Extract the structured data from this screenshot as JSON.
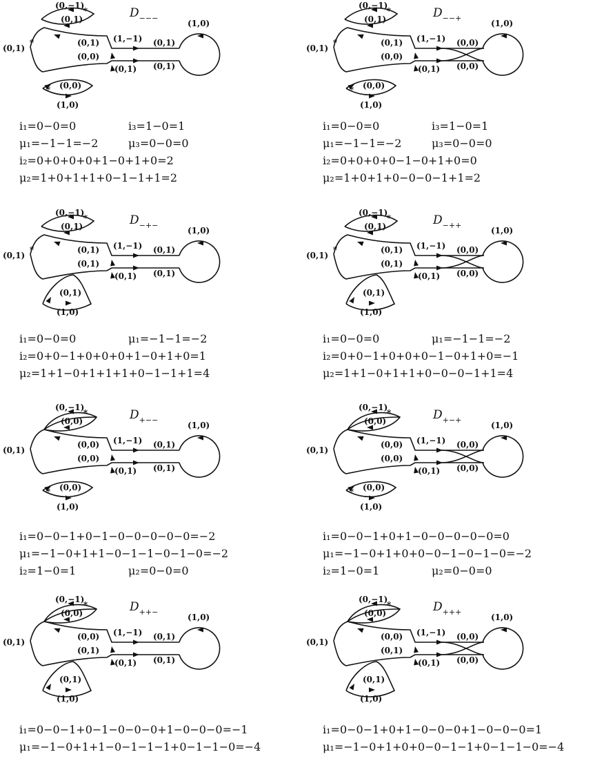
{
  "colors": {
    "ink": "#111111",
    "background": "#ffffff"
  },
  "panels": [
    {
      "title": "D",
      "signs": "−−−",
      "labels": {
        "top_outer": "(0,−1)",
        "top_inner": "(0,1)",
        "left": "(0,1)",
        "mid_upper": "(0,1)",
        "mid_lower": "(0,0)",
        "right_upper": "(1,−1)",
        "right_lower": "(0,1)",
        "neck_upper": "(0,1)",
        "neck_lower": "(0,1)",
        "circle": "(1,0)",
        "bottom_inner": "(0,0)",
        "bottom_outer": "(1,0)"
      },
      "equations": [
        "i₁=0−0=0",
        "i₃=1−0=1",
        "μ₁=−1−1=−2",
        "μ₃=0−0=0",
        "i₂=0+0+0+0+1−0+1+0=2",
        "μ₂=1+0+1+1+0−1−1+1=2"
      ]
    },
    {
      "title": "D",
      "signs": "−−+",
      "labels": {
        "top_outer": "(0,−1)",
        "top_inner": "(0,1)",
        "left": "(0,1)",
        "mid_upper": "(0,1)",
        "mid_lower": "(0,0)",
        "right_upper": "(1,−1)",
        "right_lower": "(0,1)",
        "neck_upper": "(0,0)",
        "neck_lower": "(0,0)",
        "circle": "(1,0)",
        "bottom_inner": "(0,0)",
        "bottom_outer": "(1,0)"
      },
      "equations": [
        "i₁=0−0=0",
        "i₃=1−0=1",
        "μ₁=−1−1=−2",
        "μ₃=0−0=0",
        "i₂=0+0+0+0−1−0+1+0=0",
        "μ₂=1+0+1+0−0−0−1+1=2"
      ]
    },
    {
      "title": "D",
      "signs": "−+−",
      "labels": {
        "top_outer": "(0,−1)",
        "top_inner": "(0,1)",
        "left": "(0,1)",
        "mid_upper": "(0,1)",
        "mid_lower": "(0,1)",
        "right_upper": "(1,−1)",
        "right_lower": "(0,1)",
        "neck_upper": "(0,1)",
        "neck_lower": "(0,1)",
        "circle": "(1,0)",
        "bottom_inner": "(0,1)",
        "bottom_outer": "(1,0)"
      },
      "equations": [
        "i₁=0−0=0",
        "μ₁=−1−1=−2",
        "i₂=0+0−1+0+0+0+1−0+1+0=1",
        "μ₂=1+1−0+1+1+1+0−1−1+1=4"
      ]
    },
    {
      "title": "D",
      "signs": "−++",
      "labels": {
        "top_outer": "(0,−1)",
        "top_inner": "(0,1)",
        "left": "(0,1)",
        "mid_upper": "(0,1)",
        "mid_lower": "(0,1)",
        "right_upper": "(1,−1)",
        "right_lower": "(0,1)",
        "neck_upper": "(0,0)",
        "neck_lower": "(0,0)",
        "circle": "(1,0)",
        "bottom_inner": "(0,1)",
        "bottom_outer": "(1,0)"
      },
      "equations": [
        "i₁=0−0=0",
        "μ₁=−1−1=−2",
        "i₂=0+0−1+0+0+0−1−0+1+0=−1",
        "μ₂=1+1−0+1+1+0−0−0−1+1=4"
      ]
    },
    {
      "title": "D",
      "signs": "+−−",
      "labels": {
        "top_outer": "(0,−1)",
        "top_inner": "(0,0)",
        "left": "(0,1)",
        "mid_upper": "(0,0)",
        "mid_lower": "(0,0)",
        "right_upper": "(1,−1)",
        "right_lower": "(0,1)",
        "neck_upper": "(0,1)",
        "neck_lower": "(0,1)",
        "circle": "(1,0)",
        "bottom_inner": "(0,0)",
        "bottom_outer": "(1,0)"
      },
      "equations": [
        "i₁=0−0−1+0−1−0−0−0−0−0=−2",
        "μ₁=−1−0+1+1−0−1−1−0−1−0=−2",
        "i₂=1−0=1",
        "μ₂=0−0=0"
      ]
    },
    {
      "title": "D",
      "signs": "+−+",
      "labels": {
        "top_outer": "(0,−1)",
        "top_inner": "(0,0)",
        "left": "(0,1)",
        "mid_upper": "(0,0)",
        "mid_lower": "(0,0)",
        "right_upper": "(1,−1)",
        "right_lower": "(0,1)",
        "neck_upper": "(0,0)",
        "neck_lower": "(0,0)",
        "circle": "(1,0)",
        "bottom_inner": "(0,0)",
        "bottom_outer": "(1,0)"
      },
      "equations": [
        "i₁=0−0−1+0+1−0−0−0−0−0=0",
        "μ₁=−1−0+1+0+0−0−1−0−1−0=−2",
        "i₂=1−0=1",
        "μ₂=0−0=0"
      ]
    },
    {
      "title": "D",
      "signs": "++−",
      "labels": {
        "top_outer": "(0,−1)",
        "top_inner": "(0,0)",
        "left": "(0,1)",
        "mid_upper": "(0,0)",
        "mid_lower": "(0,1)",
        "right_upper": "(1,−1)",
        "right_lower": "(0,1)",
        "neck_upper": "(0,1)",
        "neck_lower": "(0,1)",
        "circle": "(1,0)",
        "bottom_inner": "(0,1)",
        "bottom_outer": "(1,0)"
      },
      "equations": [
        "i₁=0−0−1+0−1−0−0−0+1−0−0−0=−1",
        "μ₁=−1−0+1+1−0−1−1−1+0−1−1−0=−4"
      ]
    },
    {
      "title": "D",
      "signs": "+++",
      "labels": {
        "top_outer": "(0,−1)",
        "top_inner": "(0,0)",
        "left": "(0,1)",
        "mid_upper": "(0,0)",
        "mid_lower": "(0,1)",
        "right_upper": "(1,−1)",
        "right_lower": "(0,1)",
        "neck_upper": "(0,0)",
        "neck_lower": "(0,0)",
        "circle": "(1,0)",
        "bottom_inner": "(0,1)",
        "bottom_outer": "(1,0)"
      },
      "equations": [
        "i₁=0−0−1+0+1−0−0−0+1−0−0−0=1",
        "μ₁=−1−0+1+0+0−0−1−1+0−1−1−0=−4"
      ]
    }
  ]
}
